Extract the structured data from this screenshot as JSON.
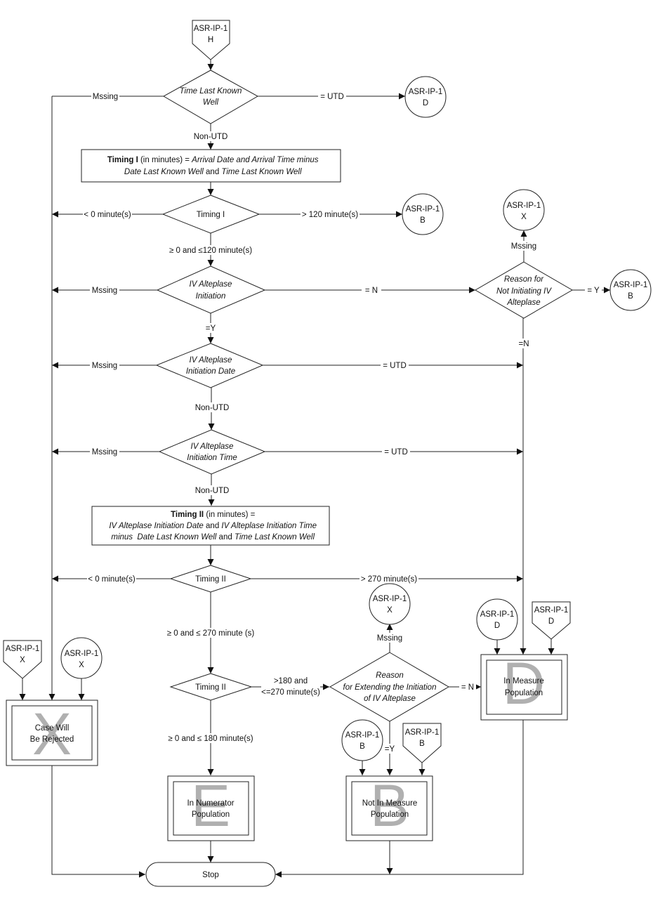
{
  "diagram": {
    "type": "flowchart",
    "connectors": {
      "start_offpage": [
        "ASR-IP-1",
        "H"
      ],
      "to_D_top": [
        "ASR-IP-1",
        "D"
      ],
      "to_B_timing1": [
        "ASR-IP-1",
        "B"
      ],
      "to_X_reason": [
        "ASR-IP-1",
        "X"
      ],
      "to_B_reason": [
        "ASR-IP-1",
        "B"
      ],
      "to_X_extend": [
        "ASR-IP-1",
        "X"
      ],
      "in_D_circle": [
        "ASR-IP-1",
        "D"
      ],
      "in_D_offpage": [
        "ASR-IP-1",
        "D"
      ],
      "in_X_offpage": [
        "ASR-IP-1",
        "X"
      ],
      "in_X_circle": [
        "ASR-IP-1",
        "X"
      ],
      "in_B_circle": [
        "ASR-IP-1",
        "B"
      ],
      "in_B_offpage": [
        "ASR-IP-1",
        "B"
      ]
    },
    "decisions": {
      "time_lkw": [
        "Time Last Known",
        "Well"
      ],
      "timing1": [
        "Timing I"
      ],
      "iv_init": [
        "IV Alteplase",
        "Initiation"
      ],
      "reason_not": [
        "Reason for",
        "Not Initiating IV",
        "Alteplase"
      ],
      "iv_date": [
        "IV Alteplase",
        "Initiation Date"
      ],
      "iv_time": [
        "IV Alteplase",
        "Initiation Time"
      ],
      "timing2a": [
        "Timing II"
      ],
      "timing2b": [
        "Timing II"
      ],
      "reason_extend": [
        "Reason",
        "for Extending the Initiation",
        "of IV Alteplase"
      ]
    },
    "processes": {
      "timing1_calc": {
        "bold": "Timing I",
        "plain1": " (in minutes) = ",
        "italic1": "Arrival Date and Arrival Time minus",
        "line2_italic_a": "Date Last Known Well",
        "line2_plain": " and ",
        "line2_italic_b": "Time Last Known Well"
      },
      "timing2_calc": {
        "bold": "Timing II",
        "plain1": " (in minutes) =",
        "line2_italic_a": "IV Alteplase Initiation Date",
        "line2_plain": " and ",
        "line2_italic_b": "IV Alteplase Initiation Time",
        "line3_italic_a": "minus  Date Last Known Well",
        "line3_plain": " and ",
        "line3_italic_b": "Time Last Known Well"
      }
    },
    "outcomes": {
      "rejected": {
        "lines": [
          "Case Will",
          "Be Rejected"
        ],
        "letter": "X"
      },
      "numerator": {
        "lines": [
          "In Numerator",
          "Population"
        ],
        "letter": "E"
      },
      "not_in_measure": {
        "lines": [
          "Not In Measure",
          "Population"
        ],
        "letter": "B"
      },
      "in_measure": {
        "lines": [
          "In Measure",
          "Population"
        ],
        "letter": "D"
      }
    },
    "terminal": {
      "stop": "Stop"
    },
    "edge_labels": {
      "lkw_missing": "Mssing",
      "lkw_utd": "= UTD",
      "lkw_non_utd": "Non-UTD",
      "t1_lt0": "< 0 minute(s)",
      "t1_gt120": "> 120 minute(s)",
      "t1_range": "≥ 0 and ≤120 minute(s)",
      "init_missing": "Mssing",
      "init_n": "= N",
      "init_y": "=Y",
      "reason_missing": "Mssing",
      "reason_y": "= Y",
      "reason_n": "=N",
      "date_missing": "Mssing",
      "date_utd": "= UTD",
      "date_non_utd": "Non-UTD",
      "time_missing": "Mssing",
      "time_utd": "= UTD",
      "time_non_utd": "Non-UTD",
      "t2_lt0": "< 0 minute(s)",
      "t2_gt270": "> 270 minute(s)",
      "t2_range270": "≥ 0 and ≤ 270 minute (s)",
      "t2b_mid_1": ">180 and",
      "t2b_mid_2": "<=270 minute(s)",
      "t2b_range180": "≥ 0 and ≤ 180 minute(s)",
      "extend_missing": "Mssing",
      "extend_n": "= N",
      "extend_y": "=Y"
    }
  }
}
